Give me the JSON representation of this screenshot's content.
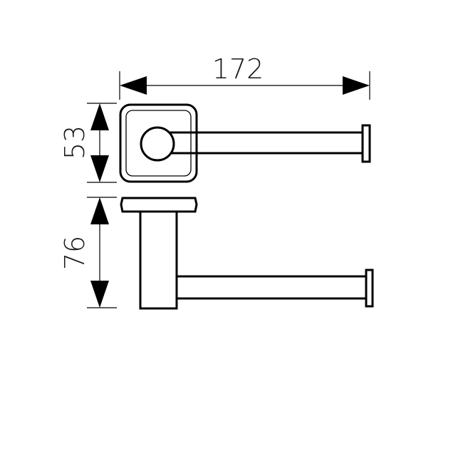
{
  "dimensions": {
    "width": "172",
    "height": "53",
    "depth": "76"
  },
  "colors": {
    "line": "#000000",
    "background": "#ffffff"
  }
}
